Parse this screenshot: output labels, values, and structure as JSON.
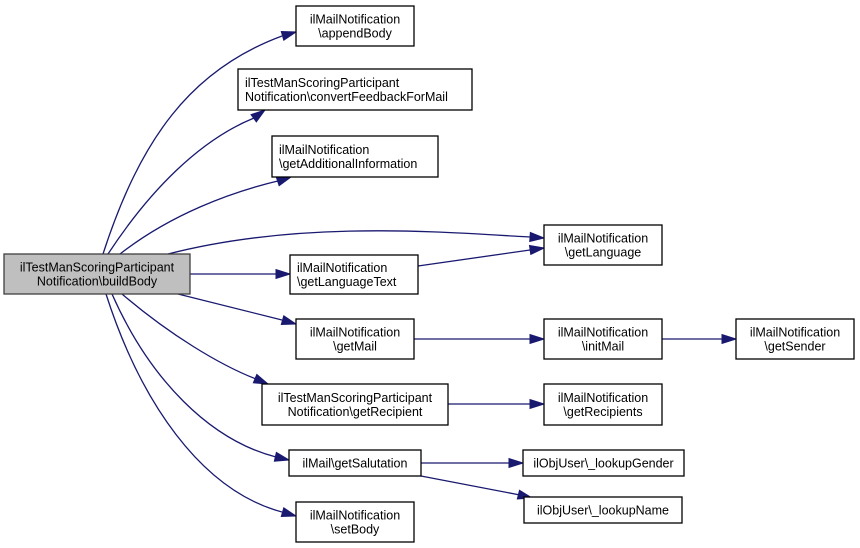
{
  "diagram": {
    "type": "call-graph",
    "edge_color": "#191970",
    "root_fill": "#bfbfbf",
    "nodes": [
      {
        "id": "buildBody",
        "lines": [
          "ilTestManScoringParticipant",
          "Notification\\buildBody"
        ],
        "root": true
      },
      {
        "id": "appendBody",
        "lines": [
          "ilMailNotification",
          "\\appendBody"
        ]
      },
      {
        "id": "convertFeedbackForMail",
        "lines": [
          "ilTestManScoringParticipant",
          "Notification\\convertFeedbackForMail"
        ],
        "align": "left"
      },
      {
        "id": "getAdditionalInformation",
        "lines": [
          "ilMailNotification",
          "\\getAdditionalInformation"
        ],
        "align": "left"
      },
      {
        "id": "getLanguage",
        "lines": [
          "ilMailNotification",
          "\\getLanguage"
        ]
      },
      {
        "id": "getLanguageText",
        "lines": [
          "ilMailNotification",
          "\\getLanguageText"
        ],
        "align": "left"
      },
      {
        "id": "getMail",
        "lines": [
          "ilMailNotification",
          "\\getMail"
        ]
      },
      {
        "id": "initMail",
        "lines": [
          "ilMailNotification",
          "\\initMail"
        ]
      },
      {
        "id": "getSender",
        "lines": [
          "ilMailNotification",
          "\\getSender"
        ]
      },
      {
        "id": "getRecipient",
        "lines": [
          "ilTestManScoringParticipant",
          "Notification\\getRecipient"
        ]
      },
      {
        "id": "getRecipients",
        "lines": [
          "ilMailNotification",
          "\\getRecipients"
        ]
      },
      {
        "id": "getSalutation",
        "lines": [
          "ilMail\\getSalutation"
        ]
      },
      {
        "id": "lookupGender",
        "lines": [
          "ilObjUser\\_lookupGender"
        ]
      },
      {
        "id": "lookupName",
        "lines": [
          "ilObjUser\\_lookupName"
        ]
      },
      {
        "id": "setBody",
        "lines": [
          "ilMailNotification",
          "\\setBody"
        ]
      }
    ],
    "edges": [
      {
        "from": "buildBody",
        "to": "appendBody"
      },
      {
        "from": "buildBody",
        "to": "convertFeedbackForMail"
      },
      {
        "from": "buildBody",
        "to": "getAdditionalInformation"
      },
      {
        "from": "buildBody",
        "to": "getLanguage"
      },
      {
        "from": "buildBody",
        "to": "getLanguageText"
      },
      {
        "from": "buildBody",
        "to": "getMail"
      },
      {
        "from": "buildBody",
        "to": "getRecipient"
      },
      {
        "from": "buildBody",
        "to": "getSalutation"
      },
      {
        "from": "buildBody",
        "to": "setBody"
      },
      {
        "from": "getLanguageText",
        "to": "getLanguage"
      },
      {
        "from": "getMail",
        "to": "initMail"
      },
      {
        "from": "initMail",
        "to": "getSender"
      },
      {
        "from": "getRecipient",
        "to": "getRecipients"
      },
      {
        "from": "getSalutation",
        "to": "lookupGender"
      },
      {
        "from": "getSalutation",
        "to": "lookupName"
      }
    ]
  }
}
